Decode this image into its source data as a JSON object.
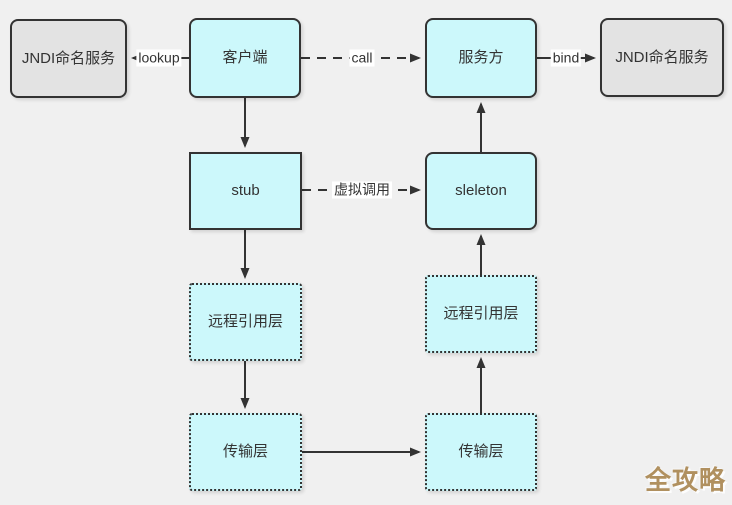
{
  "nodes": {
    "jndi_left": {
      "label": "JNDI命名服务"
    },
    "client": {
      "label": "客户端"
    },
    "server": {
      "label": "服务方"
    },
    "jndi_right": {
      "label": "JNDI命名服务"
    },
    "stub": {
      "label": "stub"
    },
    "skeleton": {
      "label": "sleleton"
    },
    "remote_ref_left": {
      "label": "远程引用层"
    },
    "remote_ref_right": {
      "label": "远程引用层"
    },
    "transport_left": {
      "label": "传输层"
    },
    "transport_right": {
      "label": "传输层"
    }
  },
  "edges": {
    "lookup": {
      "label": "lookup",
      "style": "solid",
      "direction": "client-to-jndi-left"
    },
    "call": {
      "label": "call",
      "style": "dashed",
      "direction": "client-to-server"
    },
    "bind": {
      "label": "bind",
      "style": "solid",
      "direction": "server-to-jndi-right"
    },
    "virtual_call": {
      "label": "虚拟调用",
      "style": "dashed",
      "direction": "stub-to-skeleton"
    }
  },
  "watermark": {
    "text": "全攻略",
    "color": "#b0905f"
  },
  "colors": {
    "background": "#f0f0f0",
    "node_fill_cyan": "#ccf8fb",
    "node_fill_gray": "#e3e3e3",
    "stroke": "#333333",
    "edge_label_bg": "#ffffff"
  }
}
